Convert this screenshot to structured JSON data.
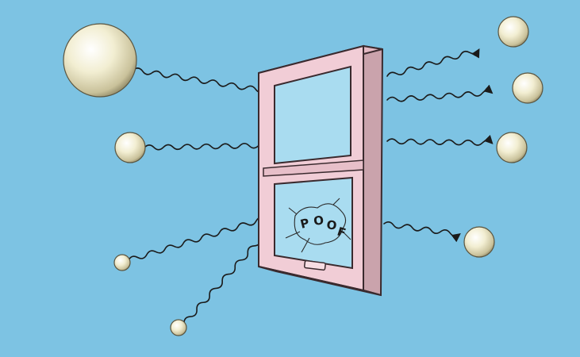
{
  "scene": {
    "background_color": "#82c7e6",
    "window_color": "#f1cdd6",
    "window_shadow_color": "#caa3ac",
    "glass_color": "#a9dcf0",
    "ball_color": "#f2eed2",
    "wave_color": "#1b1b1b"
  },
  "caption": {
    "poof_letters": [
      "P",
      "O",
      "O",
      "F"
    ]
  }
}
